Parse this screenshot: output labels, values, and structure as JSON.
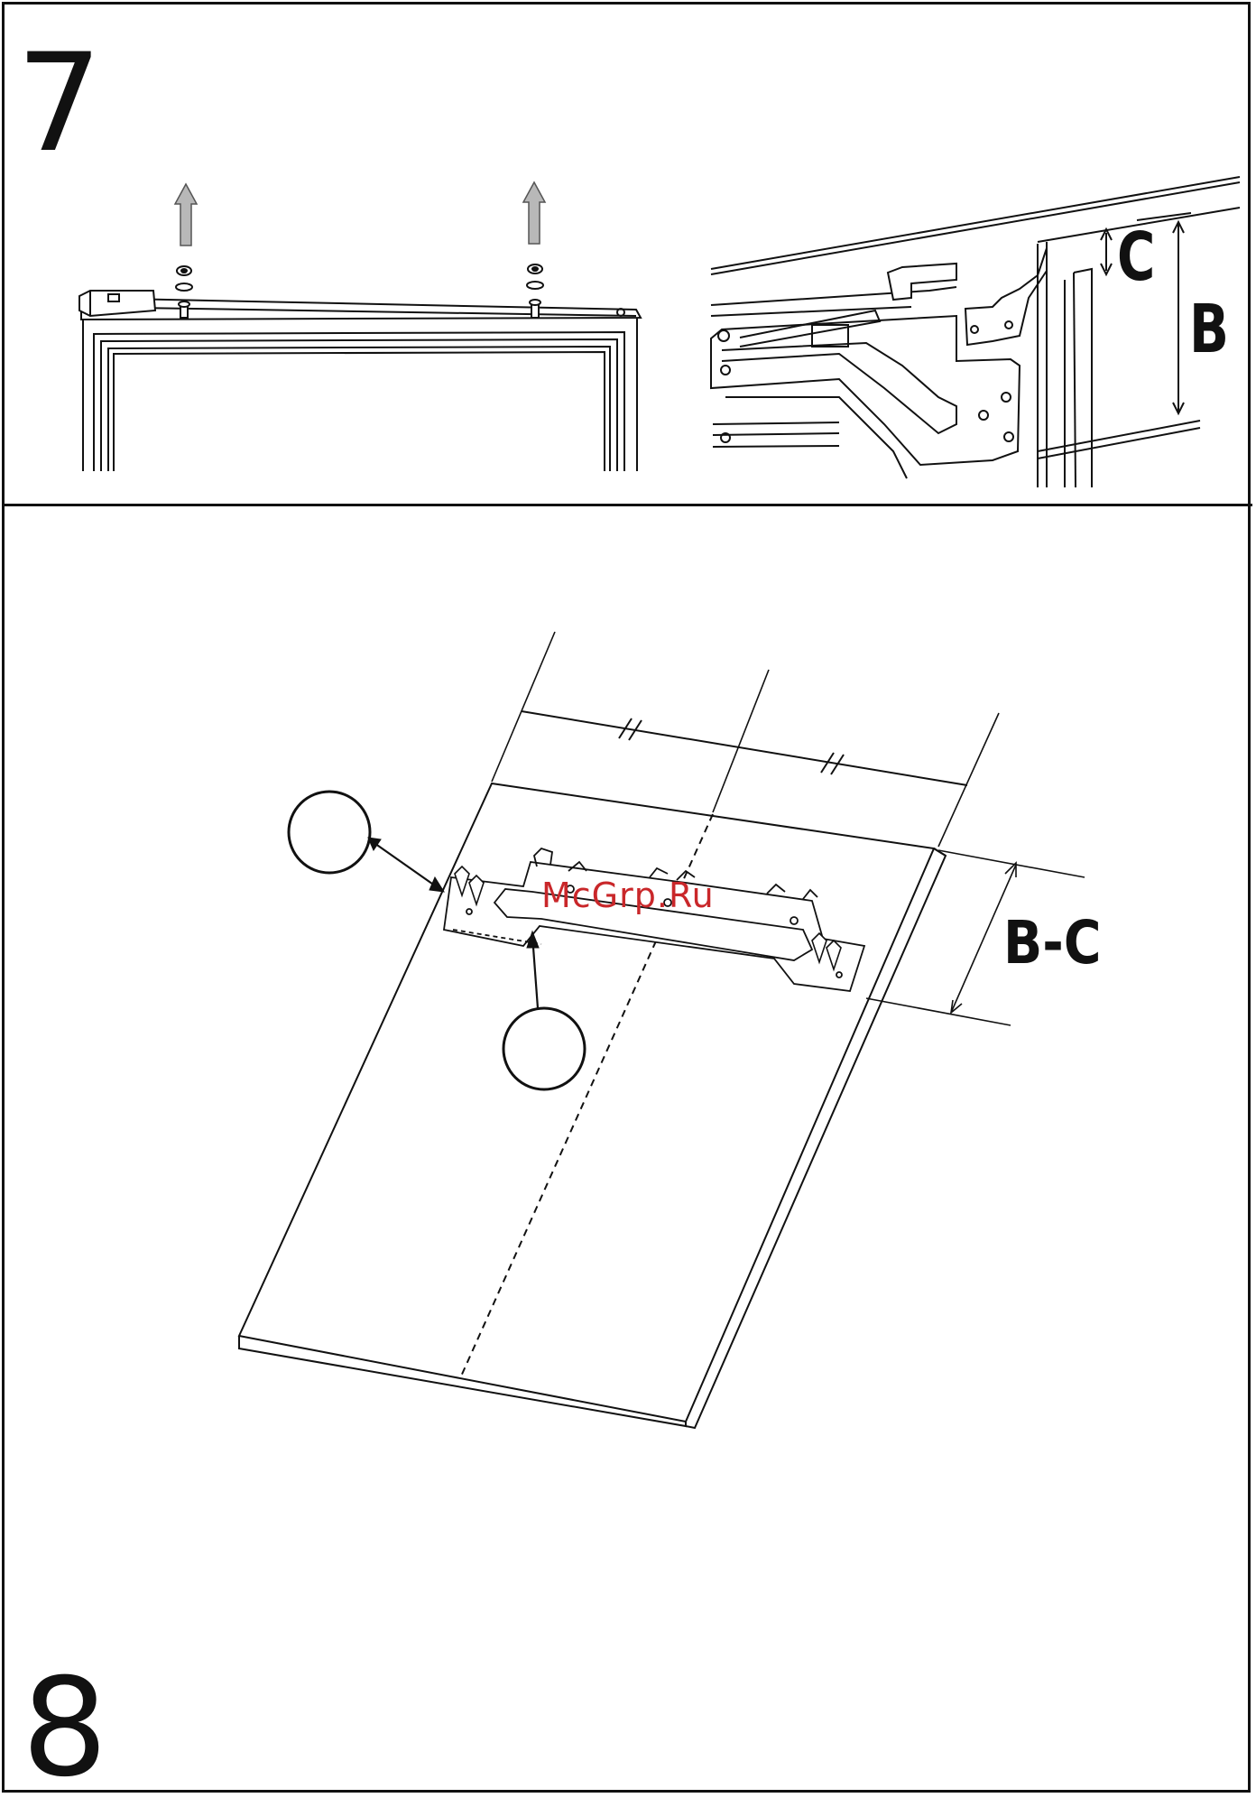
{
  "steps": {
    "top": "7",
    "bottom": "8"
  },
  "dimensions": {
    "c": "C",
    "b": "B",
    "b_minus_c": "B-C"
  },
  "watermark": "McGrp.Ru",
  "colors": {
    "line": "#111111",
    "arrow_fill": "#b8b8b8",
    "watermark": "#c9272a"
  }
}
